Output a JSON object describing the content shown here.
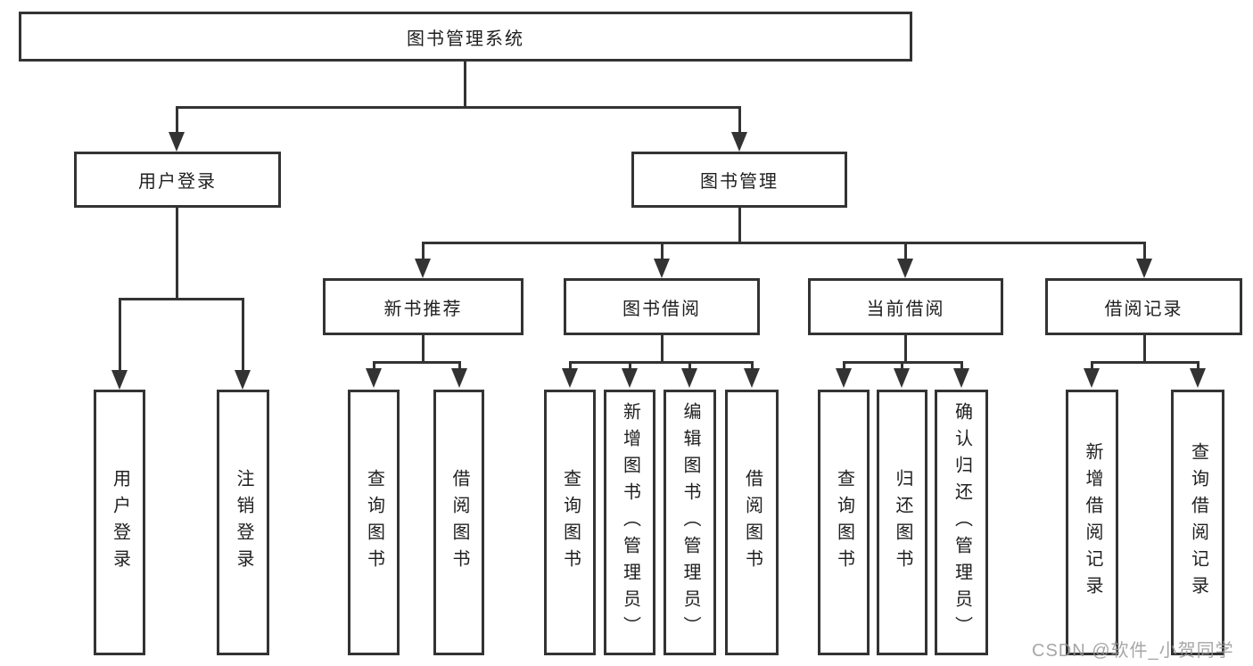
{
  "diagram_type": "hierarchy-tree",
  "colors": {
    "line": "#333333",
    "box_border": "#333333",
    "box_fill": "#ffffff",
    "background": "#ffffff",
    "watermark": "#969696"
  },
  "tree": {
    "root": "图书管理系统",
    "branches": [
      {
        "label": "用户登录",
        "children": [
          "用户登录",
          "注销登录"
        ]
      },
      {
        "label": "图书管理",
        "children": [
          {
            "label": "新书推荐",
            "children": [
              "查询图书",
              "借阅图书"
            ]
          },
          {
            "label": "图书借阅",
            "children": [
              "查询图书",
              "新增图书（管理员）",
              "编辑图书（管理员）",
              "借阅图书"
            ]
          },
          {
            "label": "当前借阅",
            "children": [
              "查询图书",
              "归还图书",
              "确认归还（管理员）"
            ]
          },
          {
            "label": "借阅记录",
            "children": [
              "新增借阅记录",
              "查询借阅记录"
            ]
          }
        ]
      }
    ]
  },
  "watermark": "CSDN @软件_小贺同学"
}
